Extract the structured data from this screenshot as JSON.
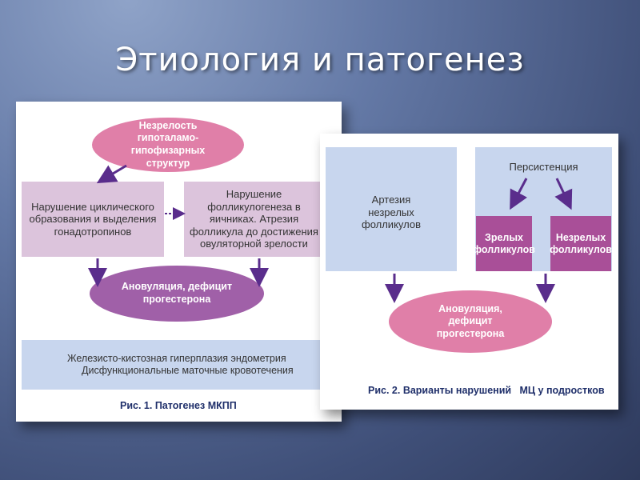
{
  "slide": {
    "title": "Этиология и патогенез"
  },
  "fig1": {
    "top_ellipse": "Незрелость гипоталамо-гипофизарных структур",
    "left_box": "Нарушение циклического образования и выделения гонадотропинов",
    "right_box": "Нарушение фолликулогенеза в яичниках. Атрезия фолликула до достижения овуляторной зрелости",
    "center_ellipse": "Ановуляция, дефицит прогестерона",
    "bottom_line1": "Железисто-кистозная гиперплазия эндометрия",
    "bottom_line2": "Дисфункциональные маточные кровотечения",
    "caption": "Рис. 1. Патогенез МКПП"
  },
  "fig2": {
    "left_box": "Артезия незрелых фолликулов",
    "top_box": "Персистенция",
    "mature_box": "Зрелых фолликулов",
    "immature_box": "Незрелых фолликулов",
    "ellipse": "Ановуляция, дефицит прогестерона",
    "caption": "Рис. 2. Варианты нарушений   МЦ у подростков"
  },
  "colors": {
    "ellipse_pink": "#e07fa8",
    "ellipse_purple": "#a060a8",
    "box_lilac": "#dcc4dc",
    "box_blue": "#c8d6ee",
    "box_magenta": "#a94f98",
    "arrow": "#5a2d8c"
  }
}
